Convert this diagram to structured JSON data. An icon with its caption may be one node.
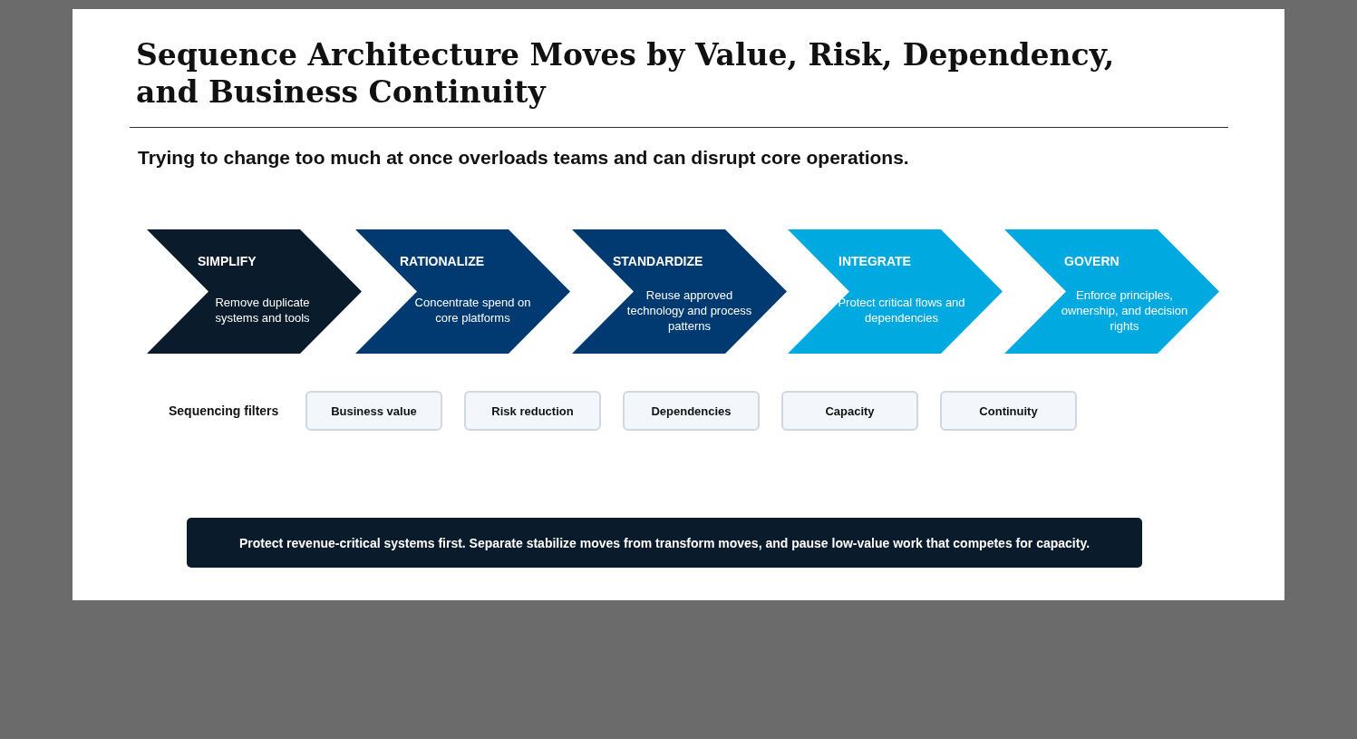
{
  "diagram": {
    "title": "Sequence Architecture Moves by Value, Risk, Dependency, and Business Continuity",
    "nodes": [
      {
        "text": [
          "SIMPLIFY",
          "Remove duplicate systems and tools"
        ]
      },
      {
        "text": [
          "RATIONALIZE",
          "Concentrate spend on core platforms"
        ]
      },
      {
        "text": [
          "STANDARDIZE",
          "Reuse approved technology and process patterns"
        ]
      },
      {
        "text": [
          "INTEGRATE",
          "Protect critical flows and dependencies"
        ]
      },
      {
        "text": [
          "GOVERN",
          "Enforce principles, ownership, and decision rights"
        ]
      },
      {
        "text": [
          "Business value"
        ]
      },
      {
        "text": [
          "Risk reduction"
        ]
      },
      {
        "text": [
          "Dependencies"
        ]
      },
      {
        "text": [
          "Capacity"
        ]
      },
      {
        "text": [
          "Continuity"
        ]
      },
      {
        "text": [
          "Protect revenue-critical systems first. Separate stabilize moves from transform moves, and pause low-value work that competes for capacity."
        ]
      }
    ],
    "edges": [],
    "labels": [
      "Trying to change too much at once overloads teams and can disrupt core operations.",
      "Sequencing filters"
    ]
  }
}
